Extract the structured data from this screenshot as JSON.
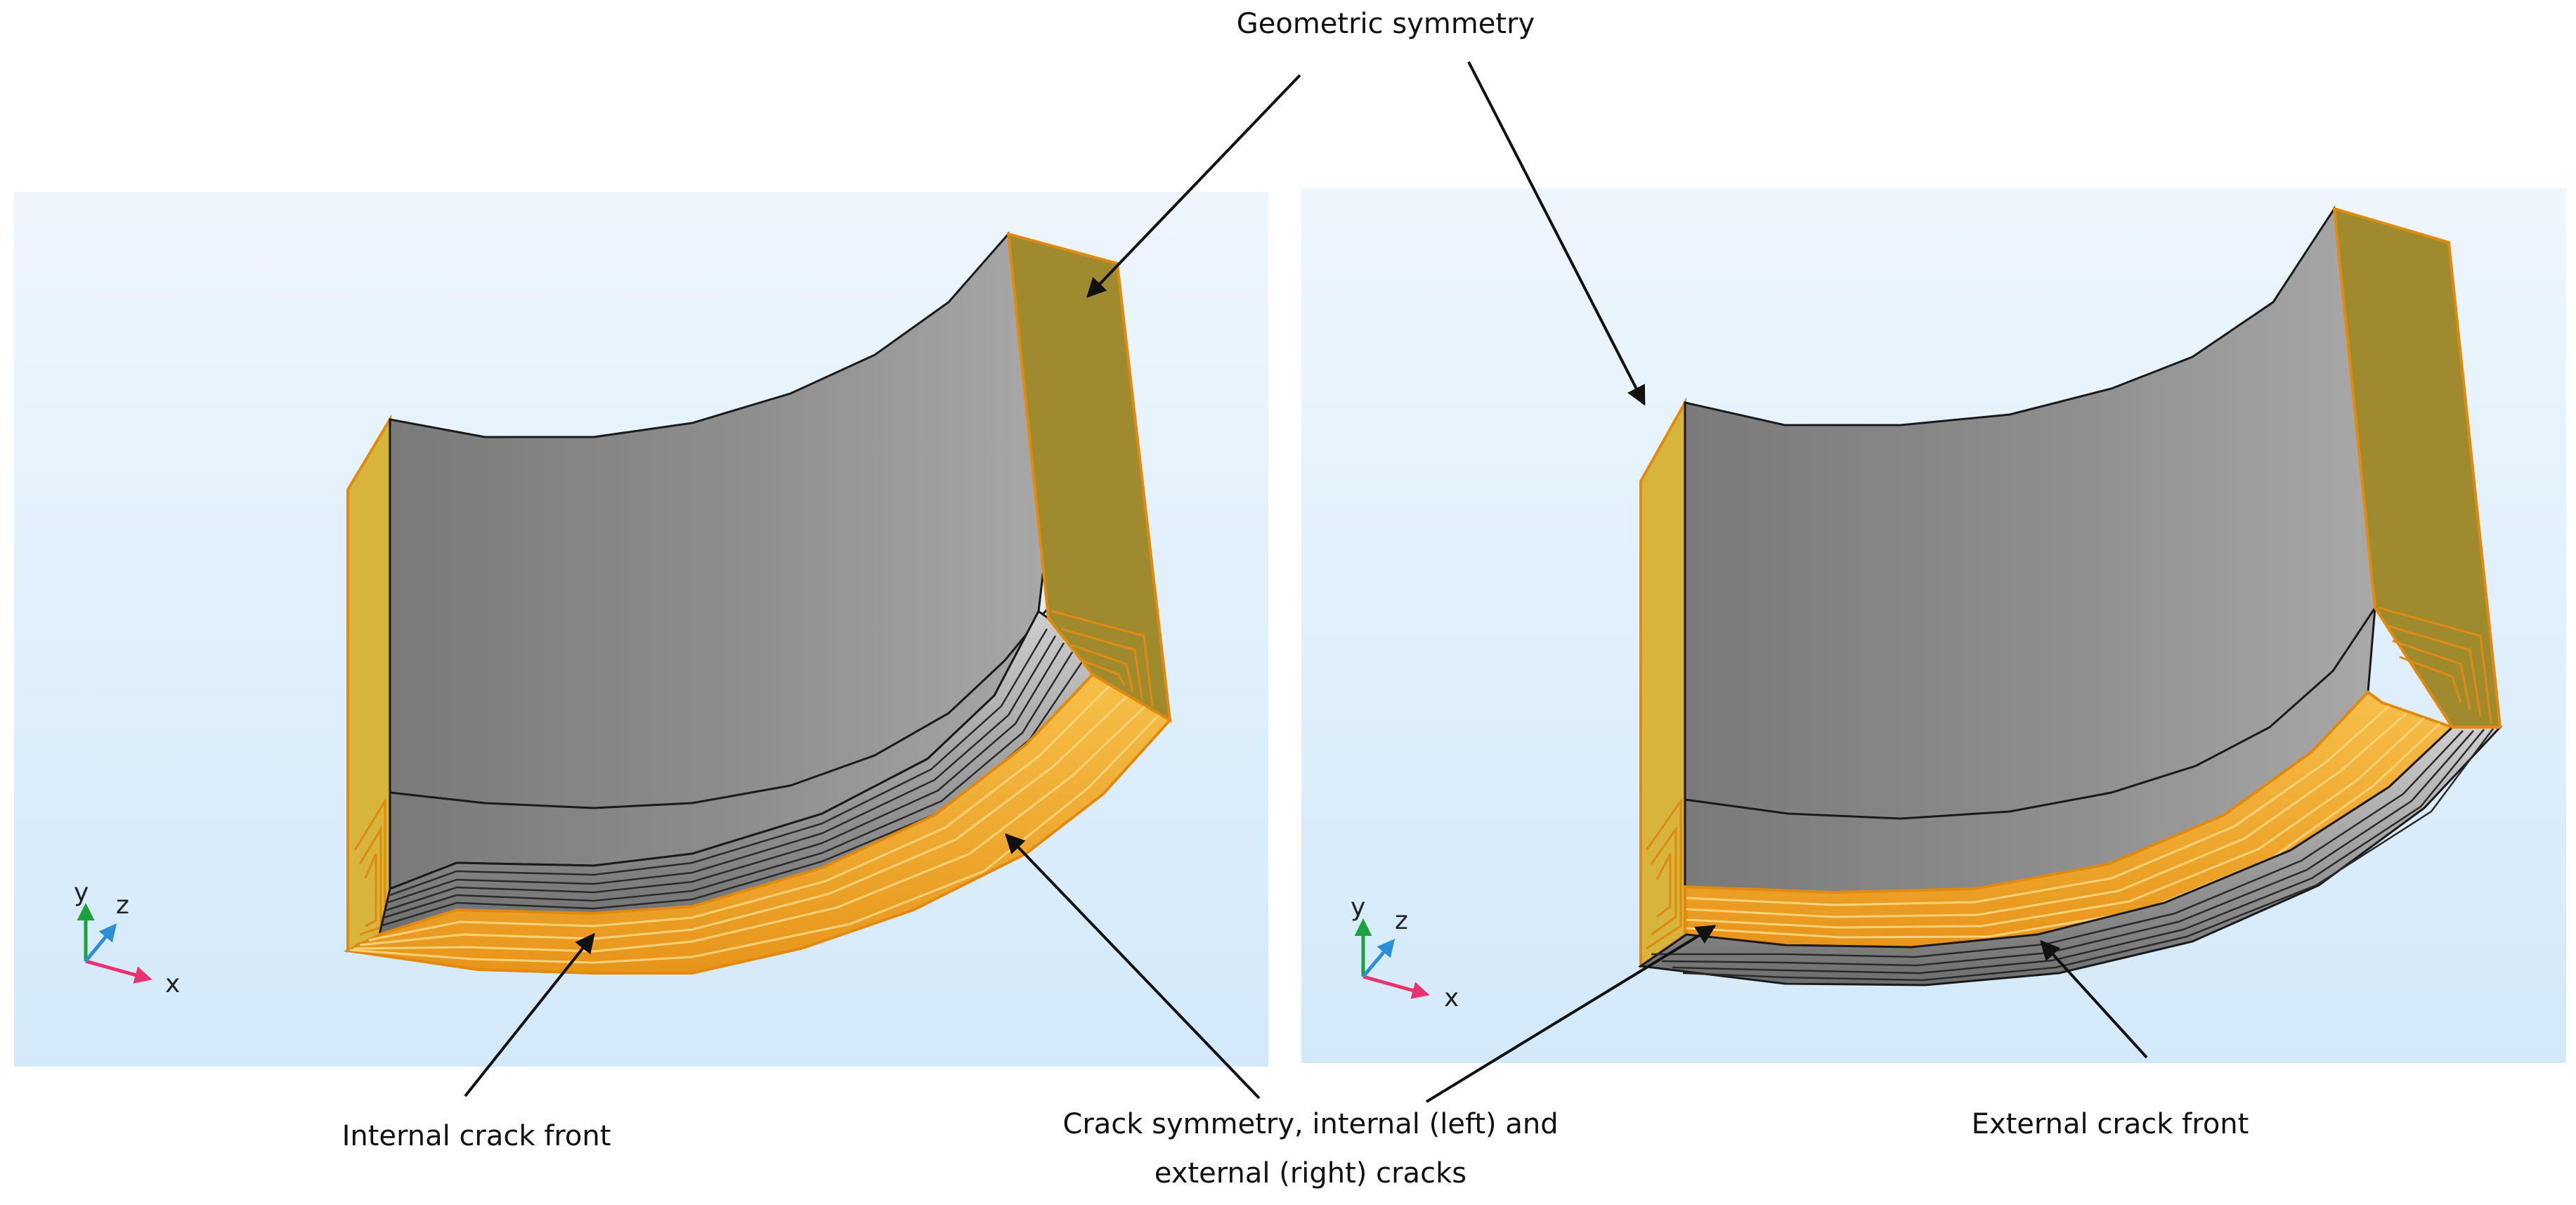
{
  "labels": {
    "geometric_symmetry": "Geometric symmetry",
    "internal_crack_front": "Internal crack front",
    "crack_symmetry_line1": "Crack symmetry, internal (left) and",
    "crack_symmetry_line2": "external (right) cracks",
    "external_crack_front": "External crack front"
  },
  "axes_triad": {
    "x": "x",
    "y": "y",
    "z": "z"
  },
  "colors": {
    "viewport_top": "#eef6fd",
    "viewport_bottom": "#d3e9fa",
    "gray_light": "#a6a6a6",
    "gray_dark": "#7a7a7a",
    "symmetry_face": "#a08a2e",
    "end_face": "#d7b43c",
    "crack_orange": "#f2a81f",
    "edge_orange": "#e08a10",
    "mesh_dark": "#3a3a3a",
    "axis_x": "#e8336e",
    "axis_y": "#1ea03c",
    "axis_z": "#2b8fd6"
  }
}
